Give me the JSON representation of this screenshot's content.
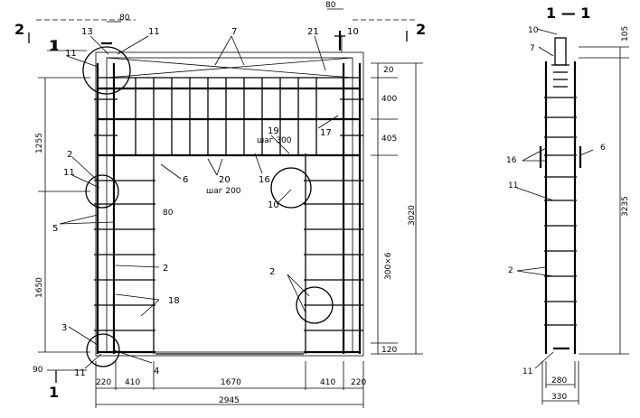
{
  "section_marks": {
    "left_2": "2",
    "right_2": "2",
    "left_1_top": "1",
    "left_1_bottom": "1",
    "section_title": "1 — 1"
  },
  "callouts": {
    "c13": "13",
    "c11a": "11",
    "c11b": "11",
    "c7": "7",
    "c21": "21",
    "c10a": "10",
    "c2a": "2",
    "c11c": "11",
    "c5": "5",
    "c6": "6",
    "c20": "20",
    "c20_step": "шаг 200",
    "c19": "19",
    "c19_step": "шаг 300",
    "c16": "16",
    "c17": "17",
    "c10b": "10",
    "c2b": "2",
    "c2c": "2",
    "c18": "18",
    "c3": "3",
    "c11d": "11",
    "c4": "4",
    "s_c10": "10",
    "s_c7": "7",
    "s_c16": "16",
    "s_c6": "6",
    "s_c11": "11",
    "s_c2": "2",
    "s_c11b": "11"
  },
  "dims": {
    "top_80a": "80",
    "top_80b": "80",
    "d80_mid": "80",
    "left_1255": "1255",
    "left_1650": "1650",
    "left_90": "90",
    "right_20": "20",
    "right_400": "400",
    "right_405": "405",
    "right_3020": "3020",
    "right_300x6": "300×6",
    "right_120": "120",
    "bot_220a": "220",
    "bot_410a": "410",
    "bot_1670": "1670",
    "bot_410b": "410",
    "bot_220b": "220",
    "bot_2945": "2945",
    "sec_105": "105",
    "sec_3235": "3235",
    "sec_280": "280",
    "sec_330": "330"
  }
}
